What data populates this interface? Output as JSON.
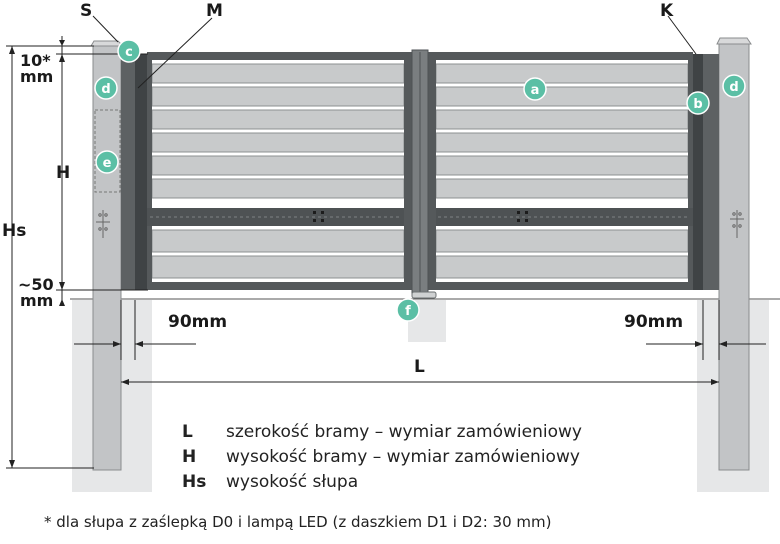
{
  "labels": {
    "S": "S",
    "M": "M",
    "K": "K",
    "dim_10": "10*",
    "dim_mm_top": "mm",
    "H": "H",
    "Hs": "Hs",
    "dim_50": "~50",
    "dim_mm_bottom": "mm",
    "gap_left": "90mm",
    "gap_right": "90mm",
    "L": "L"
  },
  "badges": {
    "a": "a",
    "b": "b",
    "c": "c",
    "d_left": "d",
    "d_right": "d",
    "e": "e",
    "f": "f"
  },
  "legend": [
    {
      "key": "L",
      "text": "szerokość bramy – wymiar zamówieniowy"
    },
    {
      "key": "H",
      "text": "wysokość bramy – wymiar zamówieniowy"
    },
    {
      "key": "Hs",
      "text": "wysokość słupa"
    }
  ],
  "footnote": "* dla słupa z zaślepką D0 i lampą LED (z daszkiem D1 i D2: 30 mm)",
  "colors": {
    "badge": "#5bbfa5",
    "post": "#c2c4c6",
    "frame": "#4e5254",
    "slat": "#c8cacb",
    "ground": "#e6e7e8"
  }
}
